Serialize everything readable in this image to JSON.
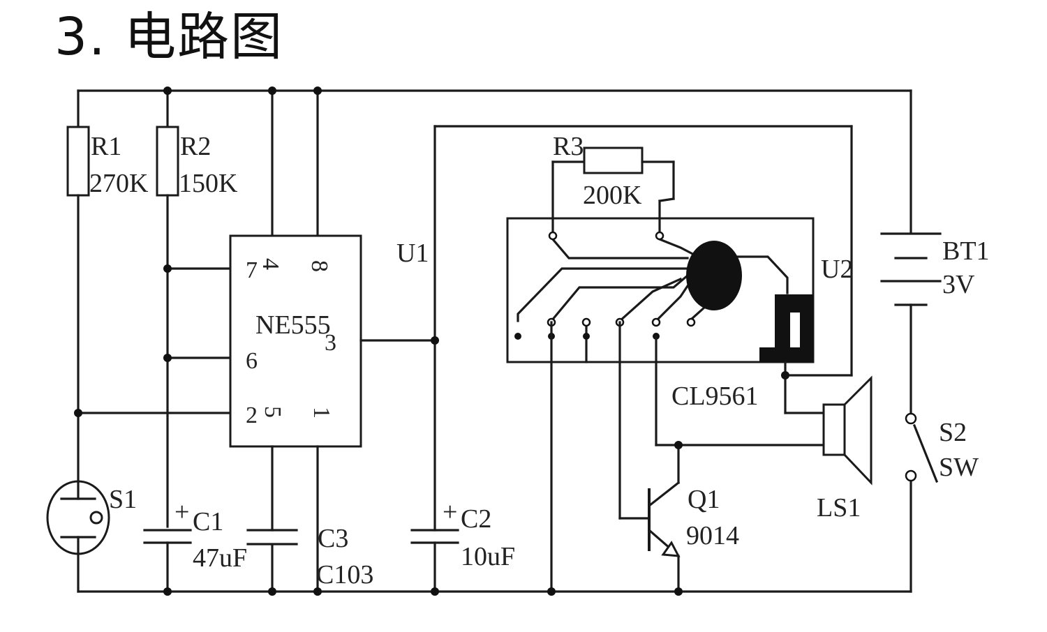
{
  "title": "3. 电路图",
  "labels": {
    "r1": "R1",
    "r1_val": "270K",
    "r2": "R2",
    "r2_val": "150K",
    "r3": "R3",
    "r3_val": "200K",
    "ne555": "NE555",
    "pin7": "7",
    "pin4": "4",
    "pin8": "8",
    "pin6": "6",
    "pin2": "2",
    "pin5": "5",
    "pin1": "1",
    "pin3": "3",
    "u1": "U1",
    "u2": "U2",
    "cl9561": "CL9561",
    "bt1": "BT1",
    "bt1_val": "3V",
    "s1": "S1",
    "s2": "S2",
    "s2_val": "SW",
    "c1": "C1",
    "c1_val": "47uF",
    "c2": "C2",
    "c2_val": "10uF",
    "c3": "C3",
    "c3_val": "C103",
    "q1": "Q1",
    "q1_val": "9014",
    "ls1": "LS1",
    "plus": "+"
  }
}
